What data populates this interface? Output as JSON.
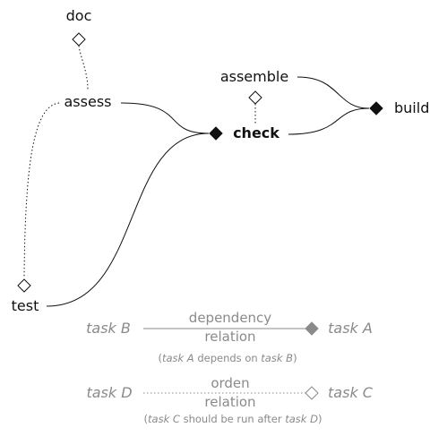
{
  "nodes": {
    "doc": "doc",
    "assess": "assess",
    "assemble": "assemble",
    "check": "check",
    "build": "build",
    "test": "test"
  },
  "legend": {
    "dependency": {
      "from_task": "task B",
      "to_task": "task A",
      "label_line1": "dependency",
      "label_line2": "relation",
      "note_open": "(",
      "note_task_a": "task A",
      "note_mid": " depends on ",
      "note_task_b": "task B",
      "note_close": ")"
    },
    "order": {
      "from_task": "task D",
      "to_task": "task C",
      "label_line1": "orden",
      "label_line2": "relation",
      "note_open": "(",
      "note_task_c": "task C",
      "note_mid": " should be run after ",
      "note_task_d": "task D",
      "note_close": ")"
    }
  },
  "colors": {
    "main": "#111111",
    "legend": "#8a8a8a"
  }
}
